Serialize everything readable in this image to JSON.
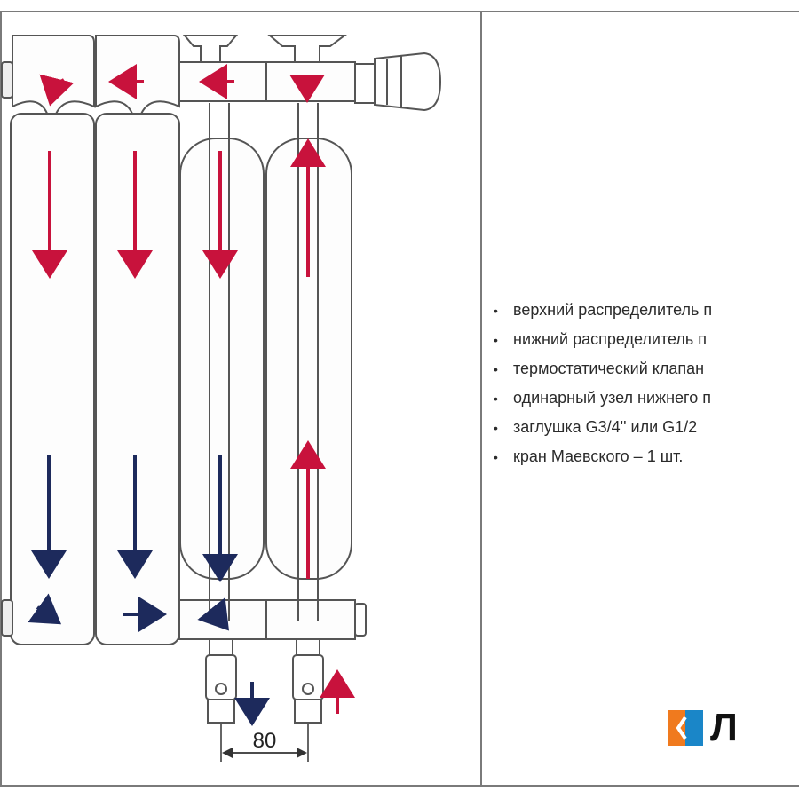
{
  "diagram": {
    "dimension_label": "80"
  },
  "spec_list": {
    "items": [
      "верхний распределитель п",
      "нижний распределитель п",
      "термостатический клапан",
      "одинарный узел нижнего п",
      "заглушка G3/4'' или G1/2",
      "кран Маевского – 1 шт."
    ]
  },
  "logo": {
    "text": "Л",
    "colors": {
      "orange": "#f07a1e",
      "blue": "#1a86c8"
    }
  },
  "colors": {
    "supply_arrow": "#c8123c",
    "return_arrow": "#1d2a5c",
    "outline": "#555555",
    "frame": "#7a7a7a"
  }
}
